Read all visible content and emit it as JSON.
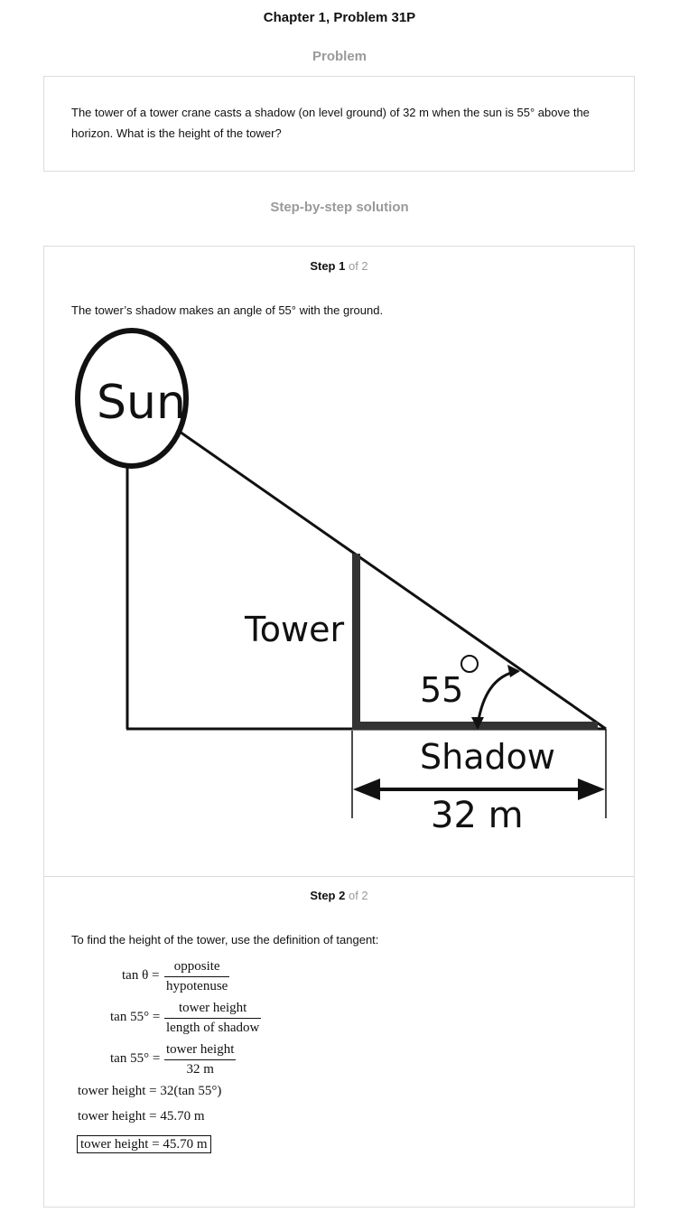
{
  "header": {
    "title": "Chapter 1, Problem 31P",
    "problem_label": "Problem",
    "solution_label": "Step-by-step solution"
  },
  "problem": {
    "text": "The tower of a tower crane casts a shadow (on level ground) of 32 m when the sun is 55° above the horizon. What is the height of the tower?"
  },
  "step1": {
    "word": "Step 1",
    "of": "of 2",
    "text": "The tower’s shadow makes an angle of 55° with the ground.",
    "figure": {
      "sun_label": "Sun",
      "tower_label": "Tower",
      "angle_label": "55",
      "shadow_label": "Shadow",
      "length_label": "32 m"
    }
  },
  "step2": {
    "word": "Step 2",
    "of": "of 2",
    "text": "To find the height of the tower, use the definition of tangent:",
    "eq1": {
      "lhs": "tan θ =",
      "num": "opposite",
      "den": "hypotenuse"
    },
    "eq2": {
      "lhs": "tan 55° =",
      "num": "tower height",
      "den": "length of shadow"
    },
    "eq3": {
      "lhs": "tan 55° =",
      "num": "tower height",
      "den": "32 m"
    },
    "eq4": "tower height = 32(tan 55°)",
    "eq5": "tower height = 45.70 m",
    "eq6": "tower height = 45.70 m"
  }
}
